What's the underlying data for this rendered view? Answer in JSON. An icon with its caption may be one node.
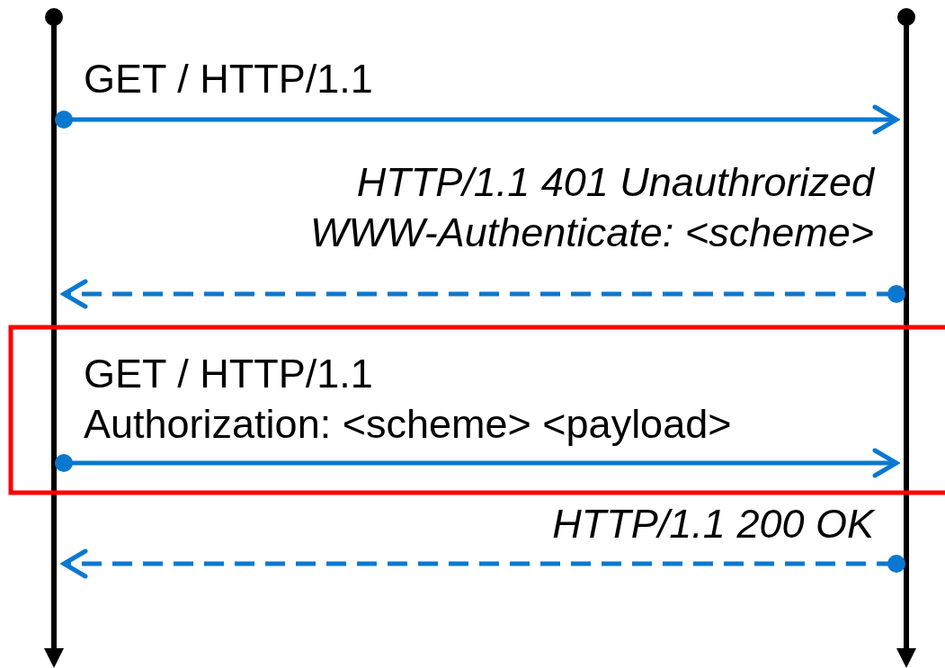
{
  "diagram": {
    "nodes": [
      {
        "text": [],
        "shape": "bar"
      },
      {
        "text": [],
        "shape": "bar"
      }
    ],
    "edges": [
      {
        "from": 0,
        "to": 1,
        "arrow": "to",
        "label": "GET / HTTP/1.1"
      },
      {
        "from": 1,
        "to": 0,
        "arrow": "to",
        "style": "dashed",
        "label": "HTTP/1.1 401 Unauthrorized WWW-Authenticate: <scheme>"
      },
      {
        "from": 0,
        "to": 1,
        "arrow": "to",
        "label": "GET / HTTP/1.1 Authorization: <scheme> <payload>"
      },
      {
        "from": 1,
        "to": 0,
        "arrow": "to",
        "style": "dashed",
        "label": "HTTP/1.1 200 OK"
      }
    ]
  }
}
